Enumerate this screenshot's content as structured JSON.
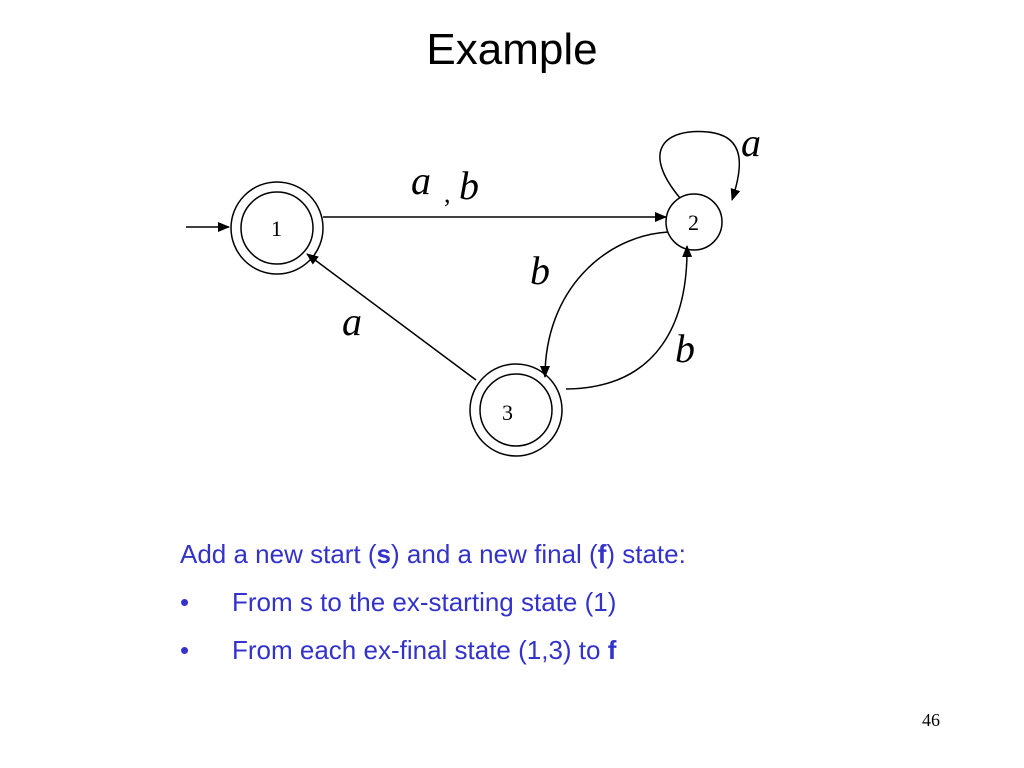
{
  "slide": {
    "title": "Example",
    "page_number": "46"
  },
  "diagram": {
    "states": [
      {
        "id": "1",
        "label": "1",
        "accepting": true,
        "start": true
      },
      {
        "id": "2",
        "label": "2",
        "accepting": false,
        "start": false
      },
      {
        "id": "3",
        "label": "3",
        "accepting": true,
        "start": false
      }
    ],
    "transitions": [
      {
        "from": "1",
        "to": "2",
        "symbols": [
          "a",
          "b"
        ],
        "separator": ","
      },
      {
        "from": "2",
        "to": "2",
        "symbols": [
          "a"
        ]
      },
      {
        "from": "2",
        "to": "3",
        "symbols": [
          "b"
        ]
      },
      {
        "from": "3",
        "to": "2",
        "symbols": [
          "b"
        ]
      },
      {
        "from": "3",
        "to": "1",
        "symbols": [
          "a"
        ]
      }
    ]
  },
  "notes": {
    "intro_part1": "Add a new start (",
    "intro_bold_s": "s",
    "intro_part2": ") and a new final (",
    "intro_bold_f": "f",
    "intro_part3": ") state:",
    "bullet_symbol": "•",
    "bullet1": "From s to the ex-starting state (1)",
    "bullet2_text": "From each ex-final state (1,3) to ",
    "bullet2_bold": "f"
  }
}
